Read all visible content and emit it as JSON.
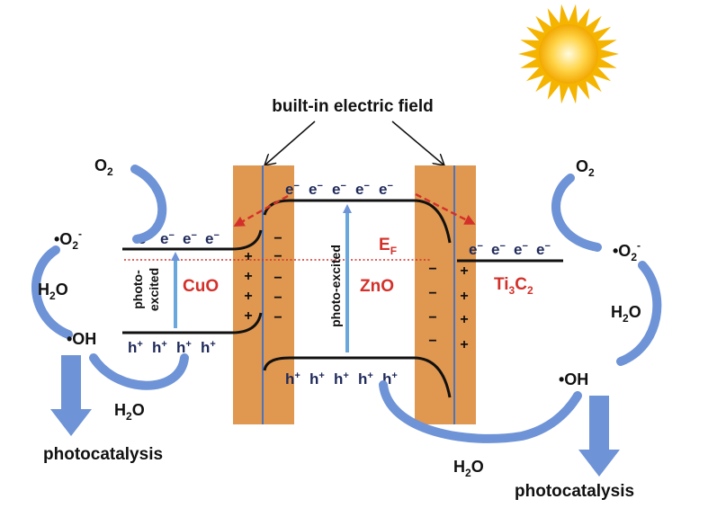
{
  "title": "built-in electric field",
  "electron": "e",
  "electron_sup": "−",
  "hole": "h",
  "hole_sup": "+",
  "plus": "+",
  "minus": "−",
  "fermi_E": "E",
  "fermi_sub": "F",
  "cuo": {
    "name": "CuO",
    "photo_line1": "photo-",
    "photo_line2": "excited"
  },
  "zno": {
    "name": "ZnO",
    "photo": "photo-excited"
  },
  "ti3c2": {
    "part1": "Ti",
    "sub1": "3",
    "part2": "C",
    "sub2": "2"
  },
  "species": {
    "o2": "O",
    "o2_sub": "2",
    "superoxide": "•O",
    "superoxide_sub": "2",
    "superoxide_sup": "-",
    "h2o_a": "H",
    "h2o_sub": "2",
    "h2o_b": "O",
    "hydroxyl": "•OH"
  },
  "product": "photocatalysis",
  "colors": {
    "electrode": "#e0974f",
    "electrode_line": "#4f74b8",
    "arrow_blue": "#6e93d6",
    "excite_blue": "#6aa7dc",
    "red": "#d3302a",
    "navy": "#1f2a5a",
    "sun": "#f5b400"
  }
}
